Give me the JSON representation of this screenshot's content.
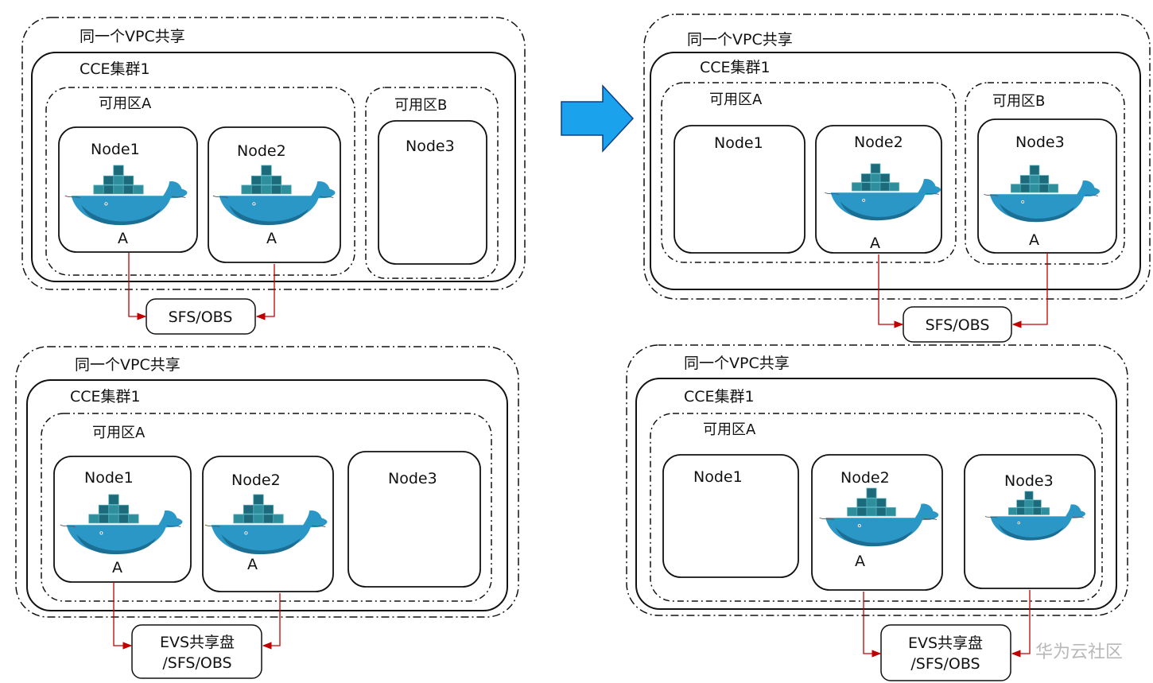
{
  "colors": {
    "stroke": "#111111",
    "arrow_red": "#c00000",
    "transition_arrow": "#1aa3ec",
    "whale_body": "#2b97c6",
    "container_dark": "#1d6a7a",
    "container_light": "#2f8e9c"
  },
  "scenarios": [
    {
      "vpc_label": "同一个VPC共享",
      "cluster_label": "CCE集群1",
      "zone_a": "可用区A",
      "zone_b": "可用区B",
      "nodes": [
        "Node1",
        "Node2",
        "Node3"
      ],
      "pod_label": "A",
      "storage_label": "SFS/OBS"
    },
    {
      "vpc_label": "同一个VPC共享",
      "cluster_label": "CCE集群1",
      "zone_a": "可用区A",
      "zone_b": "可用区B",
      "nodes": [
        "Node1",
        "Node2",
        "Node3"
      ],
      "pod_label": "A",
      "storage_label": "SFS/OBS"
    },
    {
      "vpc_label": "同一个VPC共享",
      "cluster_label": "CCE集群1",
      "zone_a": "可用区A",
      "nodes": [
        "Node1",
        "Node2",
        "Node3"
      ],
      "pod_label": "A",
      "storage_label_line1": "EVS共享盘",
      "storage_label_line2": "/SFS/OBS"
    },
    {
      "vpc_label": "同一个VPC共享",
      "cluster_label": "CCE集群1",
      "zone_a": "可用区A",
      "nodes": [
        "Node1",
        "Node2",
        "Node3"
      ],
      "pod_label": "A",
      "storage_label_line1": "EVS共享盘",
      "storage_label_line2": "/SFS/OBS"
    }
  ],
  "transition_icon": "right-arrow-icon",
  "watermark": "华为云社区"
}
